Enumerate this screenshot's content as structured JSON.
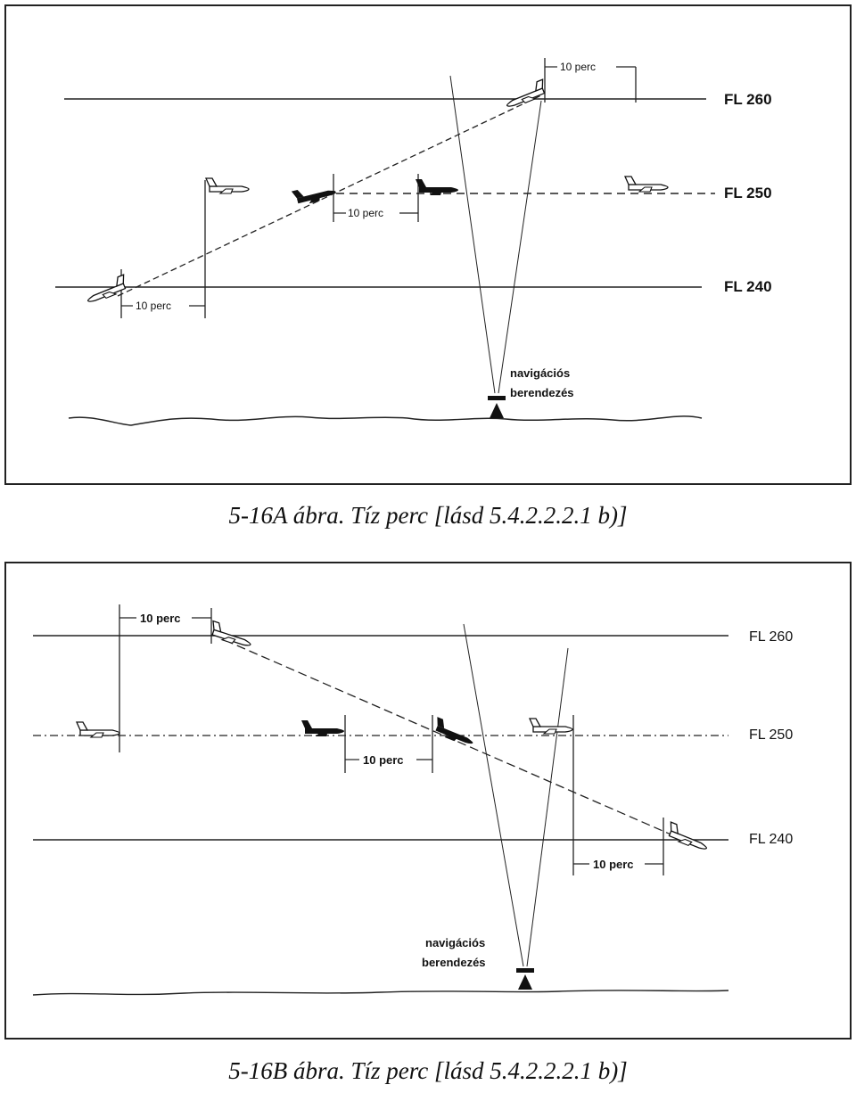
{
  "figure_a": {
    "caption": "5-16A ábra. Tíz perc [lásd 5.4.2.2.2.1 b)]",
    "levels": {
      "fl260": "FL 260",
      "fl250": "FL 250",
      "fl240": "FL 240"
    },
    "intervals": {
      "top": "10 perc",
      "middle": "10 perc",
      "bottom": "10 perc"
    },
    "navaid_line1": "navigációs",
    "navaid_line2": "berendezés"
  },
  "figure_b": {
    "caption": "5-16B ábra. Tíz perc [lásd 5.4.2.2.2.1 b)]",
    "levels": {
      "fl260": "FL 260",
      "fl250": "FL 250",
      "fl240": "FL 240"
    },
    "intervals": {
      "top": "10 perc",
      "middle": "10 perc",
      "bottom": "10 perc"
    },
    "navaid_line1": "navigációs",
    "navaid_line2": "berendezés"
  },
  "colors": {
    "line": "#222222",
    "background": "#ffffff"
  }
}
